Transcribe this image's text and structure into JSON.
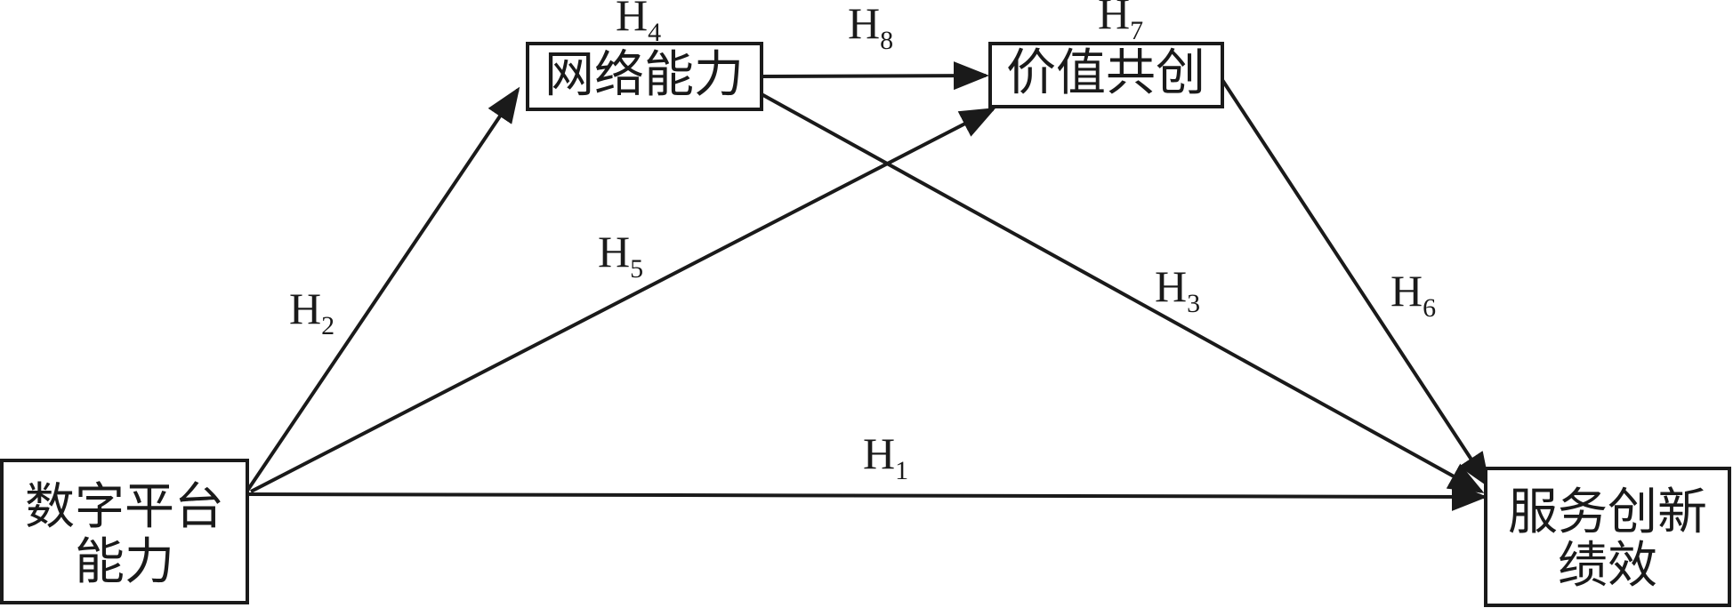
{
  "nodes": {
    "digital_platform": {
      "lines": [
        "数字平台",
        "能力"
      ]
    },
    "network": {
      "lines": [
        "网络能力"
      ]
    },
    "value_cocreation": {
      "lines": [
        "价值共创"
      ]
    },
    "service_innovation": {
      "lines": [
        "服务创新",
        "绩效"
      ]
    }
  },
  "edges": [
    {
      "id": "h1",
      "from": "digital_platform",
      "to": "service_innovation",
      "letter": "H",
      "index": "1"
    },
    {
      "id": "h2",
      "from": "digital_platform",
      "to": "network",
      "letter": "H",
      "index": "2"
    },
    {
      "id": "h3",
      "from": "network",
      "to": "service_innovation",
      "letter": "H",
      "index": "3"
    },
    {
      "id": "h4",
      "from": "network",
      "to": "network",
      "letter": "H",
      "index": "4"
    },
    {
      "id": "h5",
      "from": "digital_platform",
      "to": "value_cocreation",
      "letter": "H",
      "index": "5"
    },
    {
      "id": "h6",
      "from": "value_cocreation",
      "to": "service_innovation",
      "letter": "H",
      "index": "6"
    },
    {
      "id": "h7",
      "from": "value_cocreation",
      "to": "value_cocreation",
      "letter": "H",
      "index": "7"
    },
    {
      "id": "h8",
      "from": "network",
      "to": "value_cocreation",
      "letter": "H",
      "index": "8"
    }
  ]
}
